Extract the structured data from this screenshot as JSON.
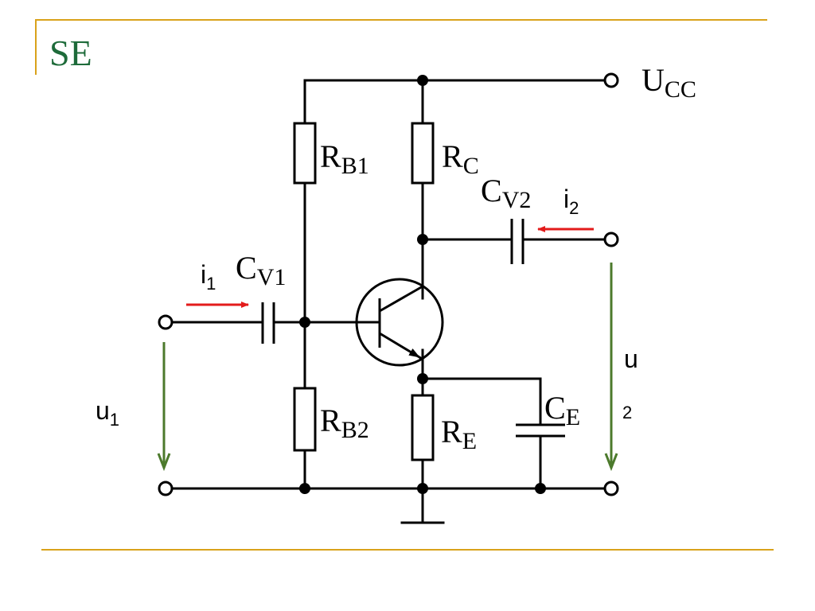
{
  "slide": {
    "title": "SE",
    "title_color": "#1e6b3a",
    "accent_color": "#d9a21b"
  },
  "circuit": {
    "supply": {
      "main": "U",
      "sub": "CC"
    },
    "rb1": {
      "main": "R",
      "sub": "B1"
    },
    "rb2": {
      "main": "R",
      "sub": "B2"
    },
    "rc": {
      "main": "R",
      "sub": "C"
    },
    "re": {
      "main": "R",
      "sub": "E"
    },
    "cv1": {
      "main": "C",
      "sub": "V1"
    },
    "cv2": {
      "main": "C",
      "sub": "V2"
    },
    "ce": {
      "main": "C",
      "sub": "E"
    },
    "i1": {
      "main": "i",
      "sub": "1"
    },
    "i2": {
      "main": "i",
      "sub": "2"
    },
    "u1": {
      "main": "u",
      "sub": "1"
    },
    "u2": {
      "main": "u",
      "sub": "2"
    },
    "colors": {
      "wire": "#000000",
      "current_arrow": "#e31b1b",
      "voltage_arrow": "#4c7a2c"
    }
  }
}
